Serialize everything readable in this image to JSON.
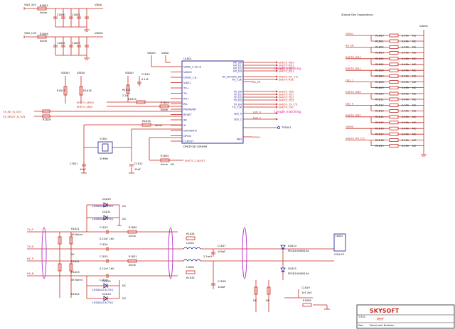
{
  "top_left": {
    "vdd_3v3": "VDD_3V3",
    "vdda": "VDDA",
    "vdd_1v8": "VDD_1V8",
    "vddio": "VDDIO",
    "ferrite_1": "R1803",
    "ferrite_2": "R1806",
    "ferrite_val": "0ohm",
    "caps_1": [
      "C1800",
      "C1801",
      "C1802",
      "C1803",
      "C1804"
    ],
    "caps_2": [
      "C1805",
      "C1806",
      "C1807",
      "C1808",
      "C1809"
    ]
  },
  "strap": {
    "title": "Strapie Gen Explorations",
    "rail": "VDDIO",
    "nets": [
      "GPIO1",
      "RX_ER",
      "EHETO_RD3",
      "EHETO_RD1",
      "LED_1",
      "EHETO_RD0",
      "LED_0",
      "EHETO_RD2",
      "GPIO0",
      "EHETO_RX_CTL"
    ],
    "resistors": [
      "R1800",
      "R1801",
      "R1802",
      "R1803",
      "R1804",
      "R1805",
      "R1806",
      "R1807",
      "R1808",
      "R1809",
      "R1810",
      "R1811",
      "R1812",
      "R1813",
      "R1814",
      "R1815",
      "R1816",
      "R1817",
      "R1818",
      "R1819"
    ],
    "value": "2.49k",
    "nc": "NC"
  },
  "ic": {
    "ref": "U1801",
    "part": "DP83TC811SRHBR",
    "left_pins": [
      "VDDA_3.3/1.8",
      "VDDIO",
      "DVDD_1.8",
      "VDD1",
      "TX+",
      "TX-",
      "RX+",
      "RX-",
      "PWDN/INT",
      "RESET",
      "XO",
      "XI",
      "GPIO/INTN",
      "GPIO2",
      "CLKOUT"
    ],
    "right_pins": [
      "RX_D0",
      "RX_D1",
      "RX_D2",
      "RX_D3",
      "RX_DV/CRS_DV",
      "RX_CLK",
      "TX_D0",
      "TX_D1",
      "TX_D2",
      "TX_D3",
      "TX_EN",
      "TX_CLK",
      "LED_0",
      "LED_1",
      "PAD"
    ],
    "right_nets": [
      "EHETO_RD0",
      "EHETO_RD1",
      "EHETO_RD2",
      "EHETO_RD3",
      "EHETO_RX_CTL",
      "EHETO_RXC",
      "EHETO_TD0",
      "EHETO_TD1",
      "EHETO_TD2",
      "EHETO_TD3",
      "EHETO_TX_CTL",
      "EHETO_TXC",
      "LED_0",
      "LED_1"
    ],
    "length_matching": "Length matching",
    "vddio": "VDDIO",
    "vdda": "VDDA",
    "rx_er": "RX_ER",
    "gpio": "GPIO1",
    "tp": "TP1801"
  },
  "left_mid": {
    "net_mdio": "EHETO_MDIO",
    "net_mdc": "EHETO_MDC",
    "net_txp": "TX_INT_N_3V3",
    "net_txn": "TX_RESET_N_3V3",
    "r1817": "R1817",
    "r1818": "R1818",
    "r1819": "R1819",
    "r1812": "R1812",
    "r1812_val": "2.2k",
    "r1809_val": "10k",
    "c1810": "C1810",
    "c1810_val": "0.1uF",
    "r1813": "R1813",
    "r1814": "R1814",
    "r1815": "R1815",
    "r1816": "R1816",
    "r1820": "R1820",
    "y1801": "Y1801",
    "y1801_val": "25MHz",
    "c1811": "C1811",
    "c1812": "C1812",
    "cap_val": "10pF",
    "r_val_0": "0ohm",
    "r_nc": "NC",
    "clkout_net": "EHETO_CLKOUT",
    "vddio": "VDDIO"
  },
  "bottom": {
    "nets": [
      "TX_P",
      "TX_N",
      "RX_P",
      "RX_N"
    ],
    "diodes": [
      "D1820",
      "D1821",
      "D1822",
      "D1823"
    ],
    "diode_part": "LESD8L3.3CT5G",
    "resistors_left": [
      "R1821",
      "R1822",
      "R1823",
      "R1824"
    ],
    "res_val_left": "49.9ohm",
    "caps_series": [
      "C1813",
      "C1814",
      "C1815",
      "C1816"
    ],
    "cap_series_val": "0.22uF 16V",
    "r_2k": "2K",
    "ind_refs": [
      "L1801",
      "L1802"
    ],
    "ind_val": "2.2mH",
    "r_right": [
      "R1830",
      "R1831",
      "R1832",
      "R1833"
    ],
    "r_right_val": "0ohm",
    "c_mid": [
      "C1817",
      "C1818"
    ],
    "c_mid_val": "100pF",
    "esd": [
      "D1824",
      "D1825"
    ],
    "esd_part": "PESD1IVN0810A",
    "conn": "J1801",
    "conn_part": "CON-2P",
    "nc": "NC",
    "r1834": "R1834",
    "r1835": "R1835",
    "c1819": "C1819",
    "c1819_val": "1nF 2kV",
    "r1836": "R1836"
  },
  "title_block": {
    "company": "SKYSOFT",
    "label_title": "TITLE",
    "title": "PHY",
    "label_doc": "Doc",
    "doc": "Document Number"
  }
}
